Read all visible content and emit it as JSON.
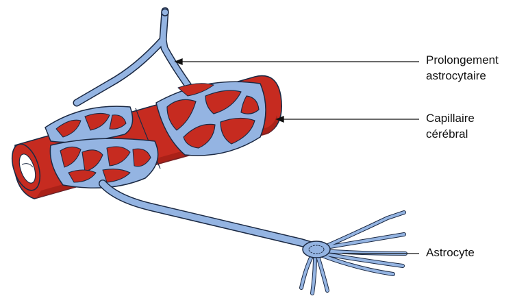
{
  "labels": {
    "prolongement_line1": "Prolongement",
    "prolongement_line2": "astrocytaire",
    "capillaire_line1": "Capillaire",
    "capillaire_line2": "cérébral",
    "astrocyte": "Astrocyte"
  },
  "colors": {
    "capillary_red": "#c62b20",
    "capillary_dark": "#9e1e15",
    "astrocyte_blue": "#94b4e2",
    "outline": "#1c2a44",
    "lumen": "#ffffff"
  }
}
